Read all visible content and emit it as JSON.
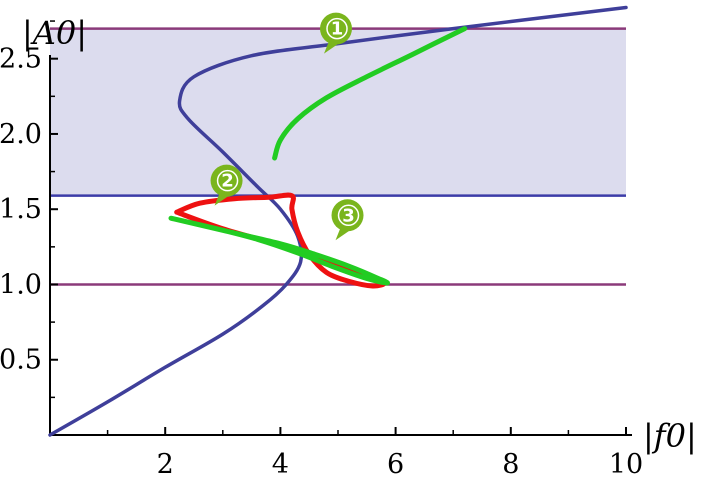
{
  "chart_data": {
    "type": "line",
    "title": "",
    "xlabel": "|f0|",
    "ylabel": "|A0|",
    "xlim": [
      0,
      10
    ],
    "ylim": [
      0,
      2.85
    ],
    "x_ticks": [
      2,
      4,
      6,
      8,
      10
    ],
    "y_ticks": [
      0.5,
      1.0,
      1.5,
      2.0,
      2.5
    ],
    "x_tick_labels": [
      "2",
      "4",
      "6",
      "8",
      "10"
    ],
    "y_tick_labels": [
      "0.5",
      "1.0",
      "1.5",
      "2.0",
      "2.5"
    ],
    "shaded_band": {
      "y_from": 1.59,
      "y_to": 2.7,
      "color": "#dcdcee"
    },
    "horizontal_lines": [
      {
        "y": 2.7,
        "color": "#8b3a7a"
      },
      {
        "y": 1.59,
        "color": "#3c3ca8"
      },
      {
        "y": 1.0,
        "color": "#8b3a7a"
      }
    ],
    "series": [
      {
        "color": "#3f3f9a",
        "points": [
          [
            0.0,
            0.0
          ],
          [
            1.0,
            0.22
          ],
          [
            2.0,
            0.45
          ],
          [
            3.0,
            0.67
          ],
          [
            3.7,
            0.86
          ],
          [
            4.1,
            1.0
          ],
          [
            4.35,
            1.15
          ],
          [
            4.3,
            1.32
          ],
          [
            4.0,
            1.5
          ],
          [
            3.6,
            1.65
          ],
          [
            3.0,
            1.88
          ],
          [
            2.4,
            2.1
          ],
          [
            2.25,
            2.22
          ],
          [
            2.5,
            2.38
          ],
          [
            3.5,
            2.52
          ],
          [
            5.0,
            2.6
          ],
          [
            7.0,
            2.7
          ],
          [
            8.5,
            2.77
          ],
          [
            10.0,
            2.84
          ]
        ]
      },
      {
        "color": "#22cc22",
        "points": [
          [
            3.9,
            1.84
          ],
          [
            4.0,
            1.96
          ],
          [
            4.3,
            2.1
          ],
          [
            4.8,
            2.24
          ],
          [
            5.5,
            2.38
          ],
          [
            6.3,
            2.53
          ],
          [
            7.2,
            2.7
          ]
        ]
      },
      {
        "color": "#ee1111",
        "points": [
          [
            2.2,
            1.48
          ],
          [
            2.6,
            1.54
          ],
          [
            3.2,
            1.57
          ],
          [
            3.8,
            1.58
          ],
          [
            4.2,
            1.59
          ],
          [
            4.2,
            1.5
          ],
          [
            4.3,
            1.35
          ],
          [
            4.5,
            1.2
          ],
          [
            4.8,
            1.08
          ],
          [
            5.2,
            1.02
          ],
          [
            5.6,
            0.99
          ],
          [
            5.8,
            1.01
          ],
          [
            5.5,
            1.05
          ],
          [
            4.8,
            1.16
          ],
          [
            4.0,
            1.26
          ],
          [
            3.0,
            1.37
          ],
          [
            2.2,
            1.48
          ]
        ]
      },
      {
        "color": "#22cc22",
        "points": [
          [
            2.1,
            1.44
          ],
          [
            3.0,
            1.36
          ],
          [
            4.0,
            1.27
          ],
          [
            4.6,
            1.2
          ],
          [
            5.2,
            1.12
          ],
          [
            5.7,
            1.04
          ],
          [
            5.85,
            1.01
          ],
          [
            5.5,
            1.04
          ],
          [
            4.9,
            1.12
          ],
          [
            4.3,
            1.21
          ],
          [
            3.6,
            1.3
          ],
          [
            2.9,
            1.37
          ],
          [
            2.1,
            1.44
          ]
        ]
      }
    ],
    "markers": [
      {
        "label": "1",
        "x": 5.0,
        "y": 2.58,
        "color": "#7ab51d"
      },
      {
        "label": "2",
        "x": 3.1,
        "y": 1.57,
        "color": "#7ab51d"
      },
      {
        "label": "3",
        "x": 5.2,
        "y": 1.34,
        "color": "#7ab51d"
      }
    ]
  }
}
